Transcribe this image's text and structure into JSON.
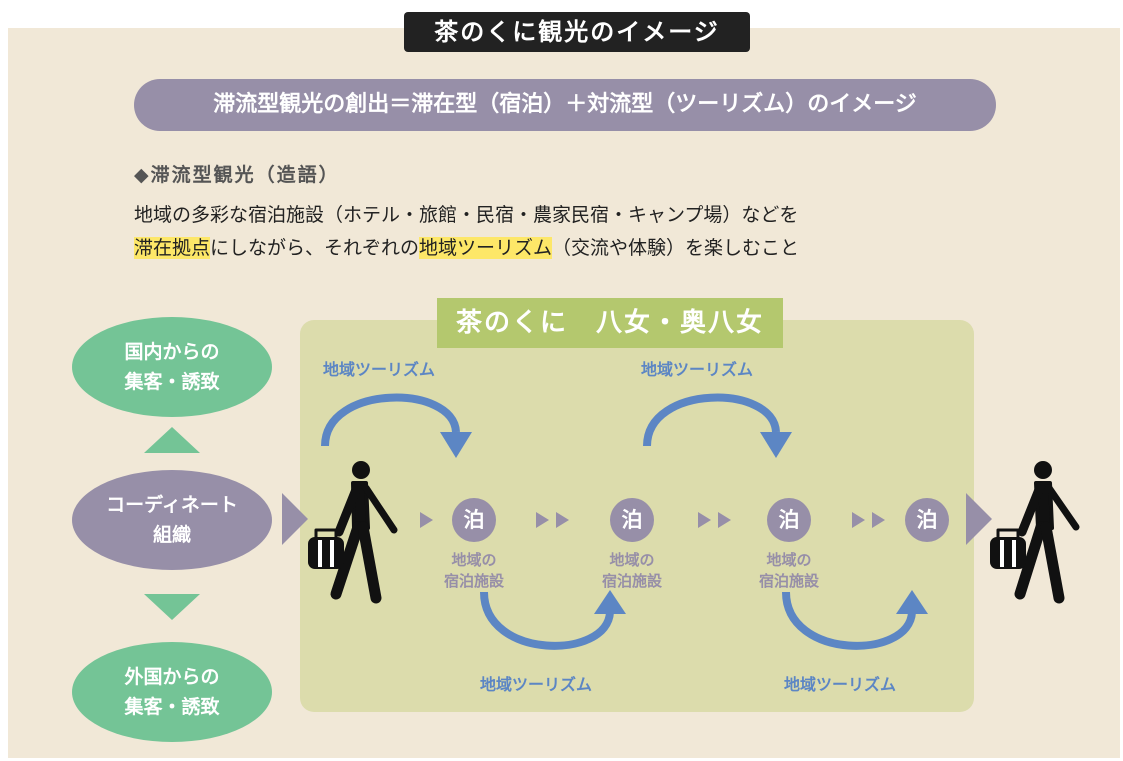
{
  "title": "茶のくに観光のイメージ",
  "subtitle": "滞流型観光の創出＝滞在型（宿泊）＋対流型（ツーリズム）のイメージ",
  "definition": {
    "heading": "◆滞流型観光（造語）",
    "line1": "地域の多彩な宿泊施設（ホテル・旅館・民宿・農家民宿・キャンプ場）などを",
    "line2_a": "滞在拠点",
    "line2_b": "にしながら、それぞれの",
    "line2_c": "地域ツーリズム",
    "line2_d": "（交流や体験）を楽しむこと"
  },
  "area_title": "茶のくに　八女・奥八女",
  "left": {
    "domestic": [
      "国内からの",
      "集客・誘致"
    ],
    "coordinator": [
      "コーディネート",
      "組織"
    ],
    "foreign": [
      "外国からの",
      "集客・誘致"
    ]
  },
  "stay": {
    "symbol": "泊",
    "label": [
      "地域の",
      "宿泊施設"
    ]
  },
  "tourism_label": "地域ツーリズム",
  "colors": {
    "panel": "#f1e8d7",
    "purple": "#978fa8",
    "green": "#74c496",
    "area": "#dcdcac",
    "area_title": "#b4c86e",
    "arrow_blue": "#5c86c4",
    "highlight": "#fde768"
  }
}
